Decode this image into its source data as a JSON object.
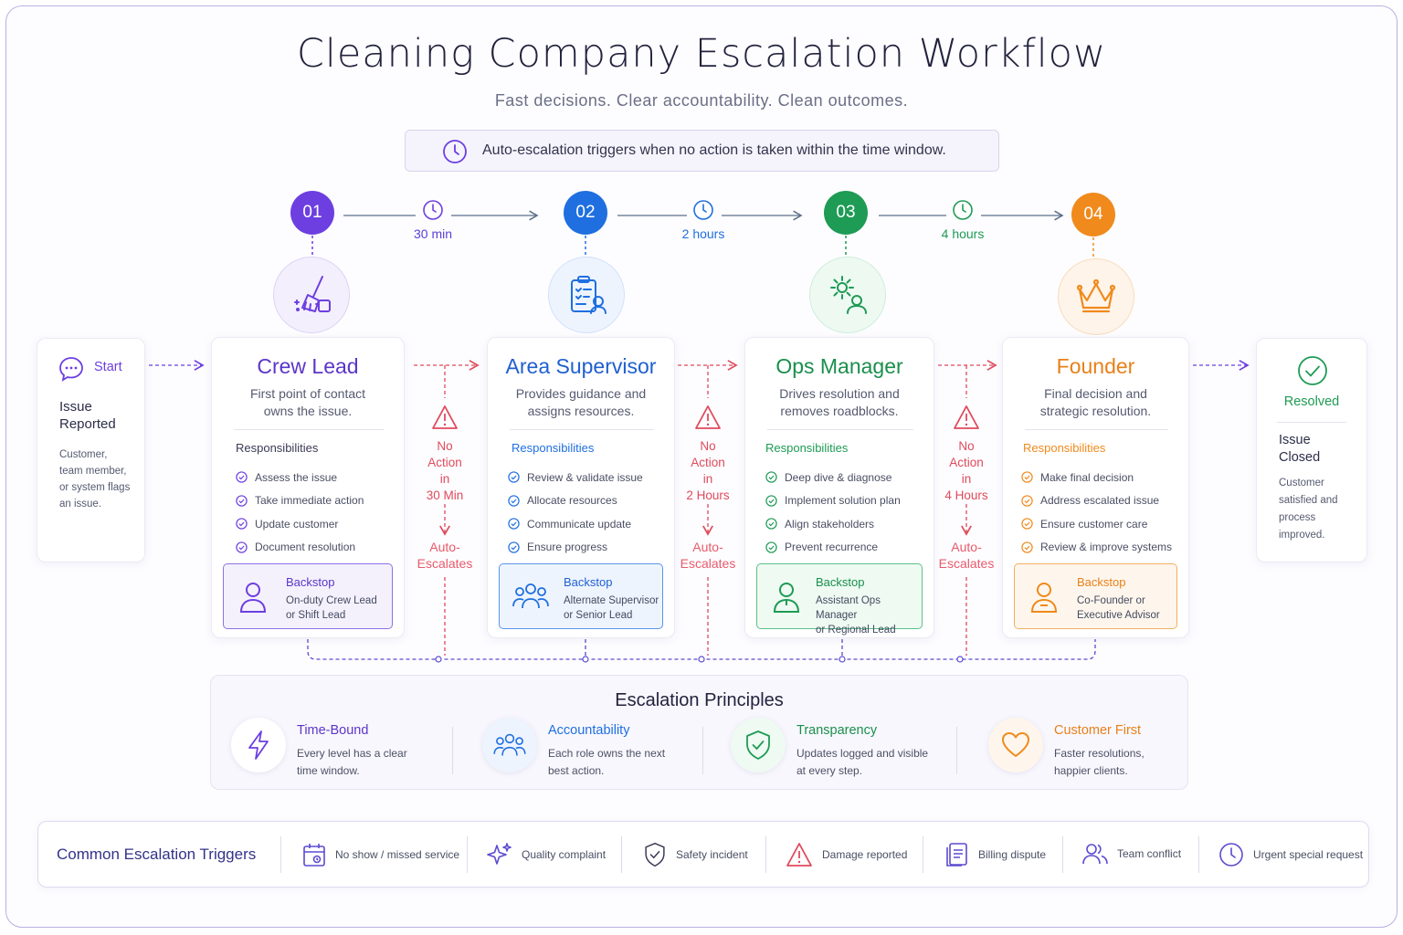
{
  "header": {
    "title": "Cleaning Company Escalation Workflow",
    "subtitle": "Fast decisions. Clear accountability. Clean outcomes.",
    "banner": "Auto-escalation triggers when no action is taken within the time window."
  },
  "colors": {
    "purple": "#6d3fe0",
    "blue": "#1f6fe0",
    "green": "#1e9b55",
    "orange": "#f08a1c",
    "red": "#e04a5c",
    "navy": "#33338a"
  },
  "steps": [
    {
      "number": "01",
      "role": "Crew Lead",
      "desc1": "First point of contact",
      "desc2": "owns the issue.",
      "resp_heading": "Responsibilities",
      "responsibilities": [
        "Assess the issue",
        "Take immediate action",
        "Update customer",
        "Document resolution"
      ],
      "backstop_heading": "Backstop",
      "backstop1": "On-duty Crew Lead",
      "backstop2": "or Shift Lead",
      "icon": "broom-bucket-icon"
    },
    {
      "number": "02",
      "role": "Area Supervisor",
      "desc1": "Provides guidance and",
      "desc2": "assigns resources.",
      "resp_heading": "Responsibilities",
      "responsibilities": [
        "Review & validate issue",
        "Allocate resources",
        "Communicate update",
        "Ensure progress"
      ],
      "backstop_heading": "Backstop",
      "backstop1": "Alternate Supervisor",
      "backstop2": "or Senior Lead",
      "icon": "clipboard-user-icon"
    },
    {
      "number": "03",
      "role": "Ops Manager",
      "desc1": "Drives resolution and",
      "desc2": "removes roadblocks.",
      "resp_heading": "Responsibilities",
      "responsibilities": [
        "Deep dive & diagnose",
        "Implement solution plan",
        "Align stakeholders",
        "Prevent recurrence"
      ],
      "backstop_heading": "Backstop",
      "backstop1": "Assistant Ops Manager",
      "backstop2": "or Regional Lead",
      "icon": "gear-user-icon"
    },
    {
      "number": "04",
      "role": "Founder",
      "desc1": "Final decision and",
      "desc2": "strategic resolution.",
      "resp_heading": "Responsibilities",
      "responsibilities": [
        "Make final decision",
        "Address escalated issue",
        "Ensure customer care",
        "Review & improve systems"
      ],
      "backstop_heading": "Backstop",
      "backstop1": "Co-Founder or",
      "backstop2": "Executive Advisor",
      "icon": "crown-icon"
    }
  ],
  "timers": [
    "30 min",
    "2 hours",
    "4 hours"
  ],
  "escalations": [
    {
      "l1": "No",
      "l2": "Action",
      "l3": "in",
      "l4": "30 Min",
      "a1": "Auto-",
      "a2": "Escalates"
    },
    {
      "l1": "No",
      "l2": "Action",
      "l3": "in",
      "l4": "2 Hours",
      "a1": "Auto-",
      "a2": "Escalates"
    },
    {
      "l1": "No",
      "l2": "Action",
      "l3": "in",
      "l4": "4 Hours",
      "a1": "Auto-",
      "a2": "Escalates"
    }
  ],
  "start": {
    "label": "Start",
    "t1": "Issue",
    "t2": "Reported",
    "d1": "Customer,",
    "d2": "team member,",
    "d3": "or system flags",
    "d4": "an issue."
  },
  "end": {
    "label": "Resolved",
    "t1": "Issue",
    "t2": "Closed",
    "d1": "Customer",
    "d2": "satisfied and",
    "d3": "process",
    "d4": "improved."
  },
  "principles": {
    "heading": "Escalation Principles",
    "items": [
      {
        "title": "Time-Bound",
        "d1": "Every level has a clear",
        "d2": "time window."
      },
      {
        "title": "Accountability",
        "d1": "Each role owns the next",
        "d2": "best action."
      },
      {
        "title": "Transparency",
        "d1": "Updates logged and visible",
        "d2": "at every step."
      },
      {
        "title": "Customer First",
        "d1": "Faster resolutions,",
        "d2": "happier clients."
      }
    ]
  },
  "triggers": {
    "heading": "Common Escalation Triggers",
    "items": [
      "No show / missed service",
      "Quality complaint",
      "Safety incident",
      "Damage reported",
      "Billing dispute",
      "Team conflict",
      "Urgent special request"
    ]
  }
}
